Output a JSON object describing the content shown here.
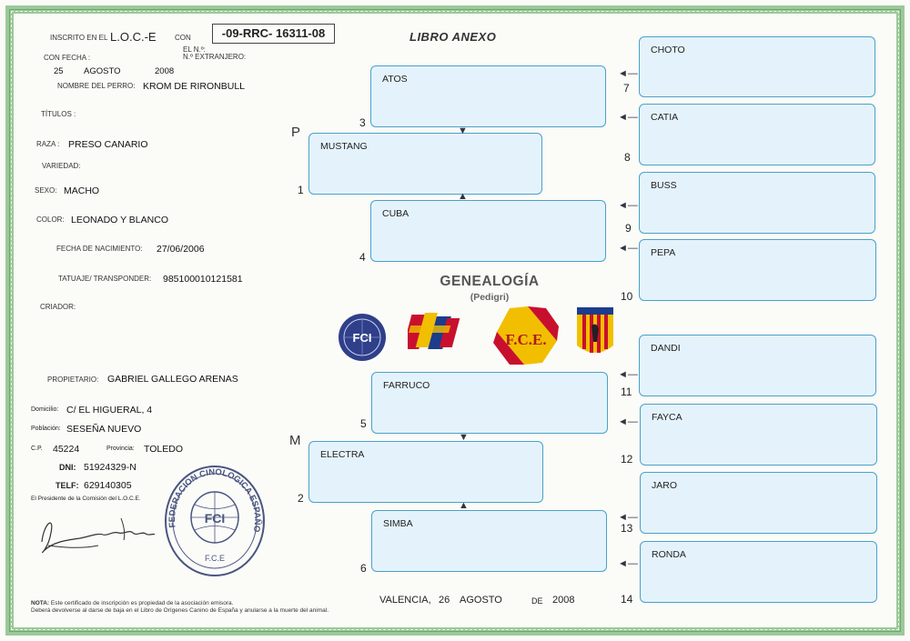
{
  "header": {
    "inscrito_label": "INSCRITO EN EL",
    "loce": "L.O.C.-E",
    "con_label": "CON",
    "el_n_label": "EL N.º:",
    "extranjero_label": "N.º EXTRANJERO:",
    "registration": "-09-RRC- 16311-08",
    "con_fecha_label": "CON FECHA :",
    "day": "25",
    "month": "AGOSTO",
    "year": "2008",
    "libro_anexo": "LIBRO ANEXO"
  },
  "dog": {
    "nombre_label": "NOMBRE DEL PERRO:",
    "nombre": "KROM DE RIRONBULL",
    "titulos_label": "TÍTULOS :",
    "raza_label": "RAZA :",
    "raza": "PRESO CANARIO",
    "variedad_label": "VARIEDAD:",
    "sexo_label": "SEXO:",
    "sexo": "MACHO",
    "color_label": "COLOR:",
    "color": "LEONADO Y BLANCO",
    "nacimiento_label": "FECHA DE NACIMIENTO:",
    "nacimiento": "27/06/2006",
    "tatuaje_label": "TATUAJE/ TRANSPONDER:",
    "tatuaje": "985100010121581",
    "criador_label": "CRIADOR:"
  },
  "owner": {
    "propietario_label": "PROPIETARIO:",
    "propietario": "GABRIEL GALLEGO ARENAS",
    "domicilio_label": "Domicilio:",
    "domicilio": "C/ EL HIGUERAL, 4",
    "poblacion_label": "Población:",
    "poblacion": "SESEÑA NUEVO",
    "cp_label": "C.P.",
    "cp": "45224",
    "provincia_label": "Provincia:",
    "provincia": "TOLEDO",
    "dni_label": "DNI:",
    "dni": "51924329-N",
    "telf_label": "TELF:",
    "telf": "629140305",
    "presidente": "El Presidente de la Comisión del L.O.C.E."
  },
  "seal": {
    "ring_text": "FEDERACION CINOLOGICA ESPAÑOLA",
    "center": "FCI",
    "bottom": "F.C.E"
  },
  "pedigree": {
    "title": "GENEALOGÍA",
    "subtitle": "(Pedigri)",
    "p_label": "P",
    "m_label": "M",
    "n1": "MUSTANG",
    "num1": "1",
    "n2": "ELECTRA",
    "num2": "2",
    "n3": "ATOS",
    "num3": "3",
    "n4": "CUBA",
    "num4": "4",
    "n5": "FARRUCO",
    "num5": "5",
    "n6": "SIMBA",
    "num6": "6",
    "n7": "CHOTO",
    "num7": "7",
    "n8": "CATIA",
    "num8": "8",
    "n9": "BUSS",
    "num9": "9",
    "n10": "PEPA",
    "num10": "10",
    "n11": "DANDI",
    "num11": "11",
    "n12": "FAYCA",
    "num12": "12",
    "n13": "JARO",
    "num13": "13",
    "n14": "RONDA",
    "num14": "14"
  },
  "logos": {
    "fci": "FCI",
    "fce": "F.C.E."
  },
  "footer": {
    "place": "VALENCIA,",
    "day": "26",
    "month": "AGOSTO",
    "de": "DE",
    "year": "2008",
    "note_bold": "NOTA:",
    "note1": "Este certificado de inscripción es propiedad de la asociación emisora.",
    "note2": "Deberá devolverse al darse de baja en el Libro de Orígenes Canino de España y anularse a la muerte del animal."
  },
  "colors": {
    "border": "#9cc89a",
    "box_fill": "#e4f3fb",
    "box_stroke": "#4aa1c9"
  }
}
